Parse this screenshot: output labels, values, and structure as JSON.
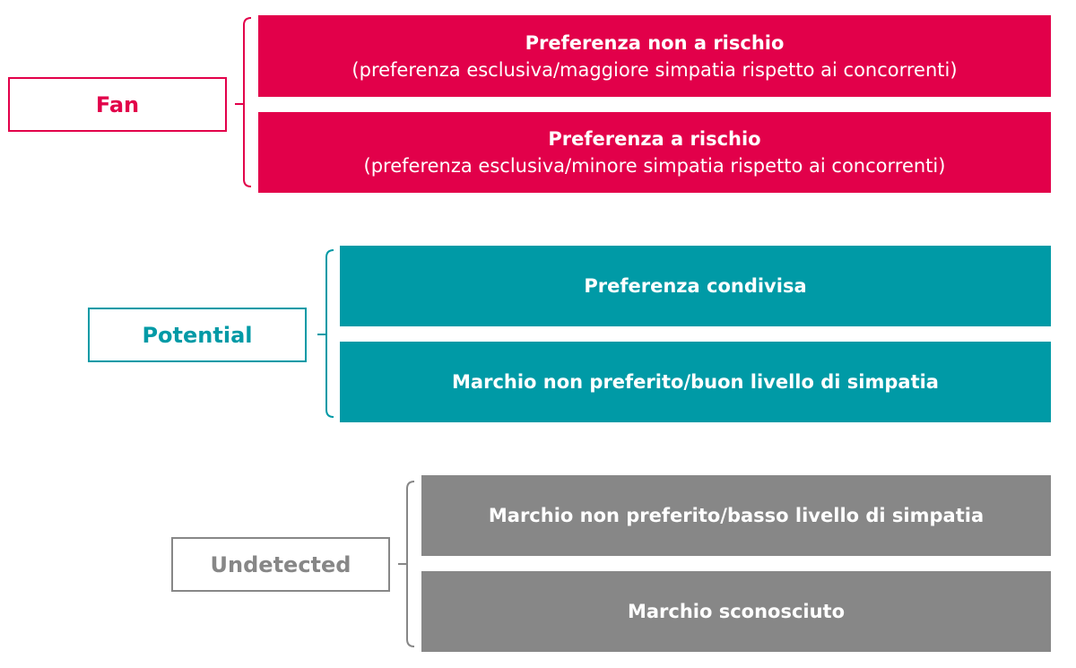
{
  "colors": {
    "fan": "#e2004a",
    "potential": "#009aa6",
    "undetected": "#878787"
  },
  "groups": [
    {
      "label": "Fan",
      "color_key": "fan",
      "items": [
        {
          "title": "Preferenza non a rischio",
          "subtitle": "(preferenza esclusiva/maggiore simpatia rispetto ai concorrenti)"
        },
        {
          "title": "Preferenza a rischio",
          "subtitle": "(preferenza esclusiva/minore simpatia rispetto ai concorrenti)"
        }
      ]
    },
    {
      "label": "Potential",
      "color_key": "potential",
      "items": [
        {
          "title": "Preferenza condivisa"
        },
        {
          "title": "Marchio non preferito/buon livello di simpatia"
        }
      ]
    },
    {
      "label": "Undetected",
      "color_key": "undetected",
      "items": [
        {
          "title": "Marchio non preferito/basso livello di simpatia"
        },
        {
          "title": "Marchio sconosciuto"
        }
      ]
    }
  ]
}
